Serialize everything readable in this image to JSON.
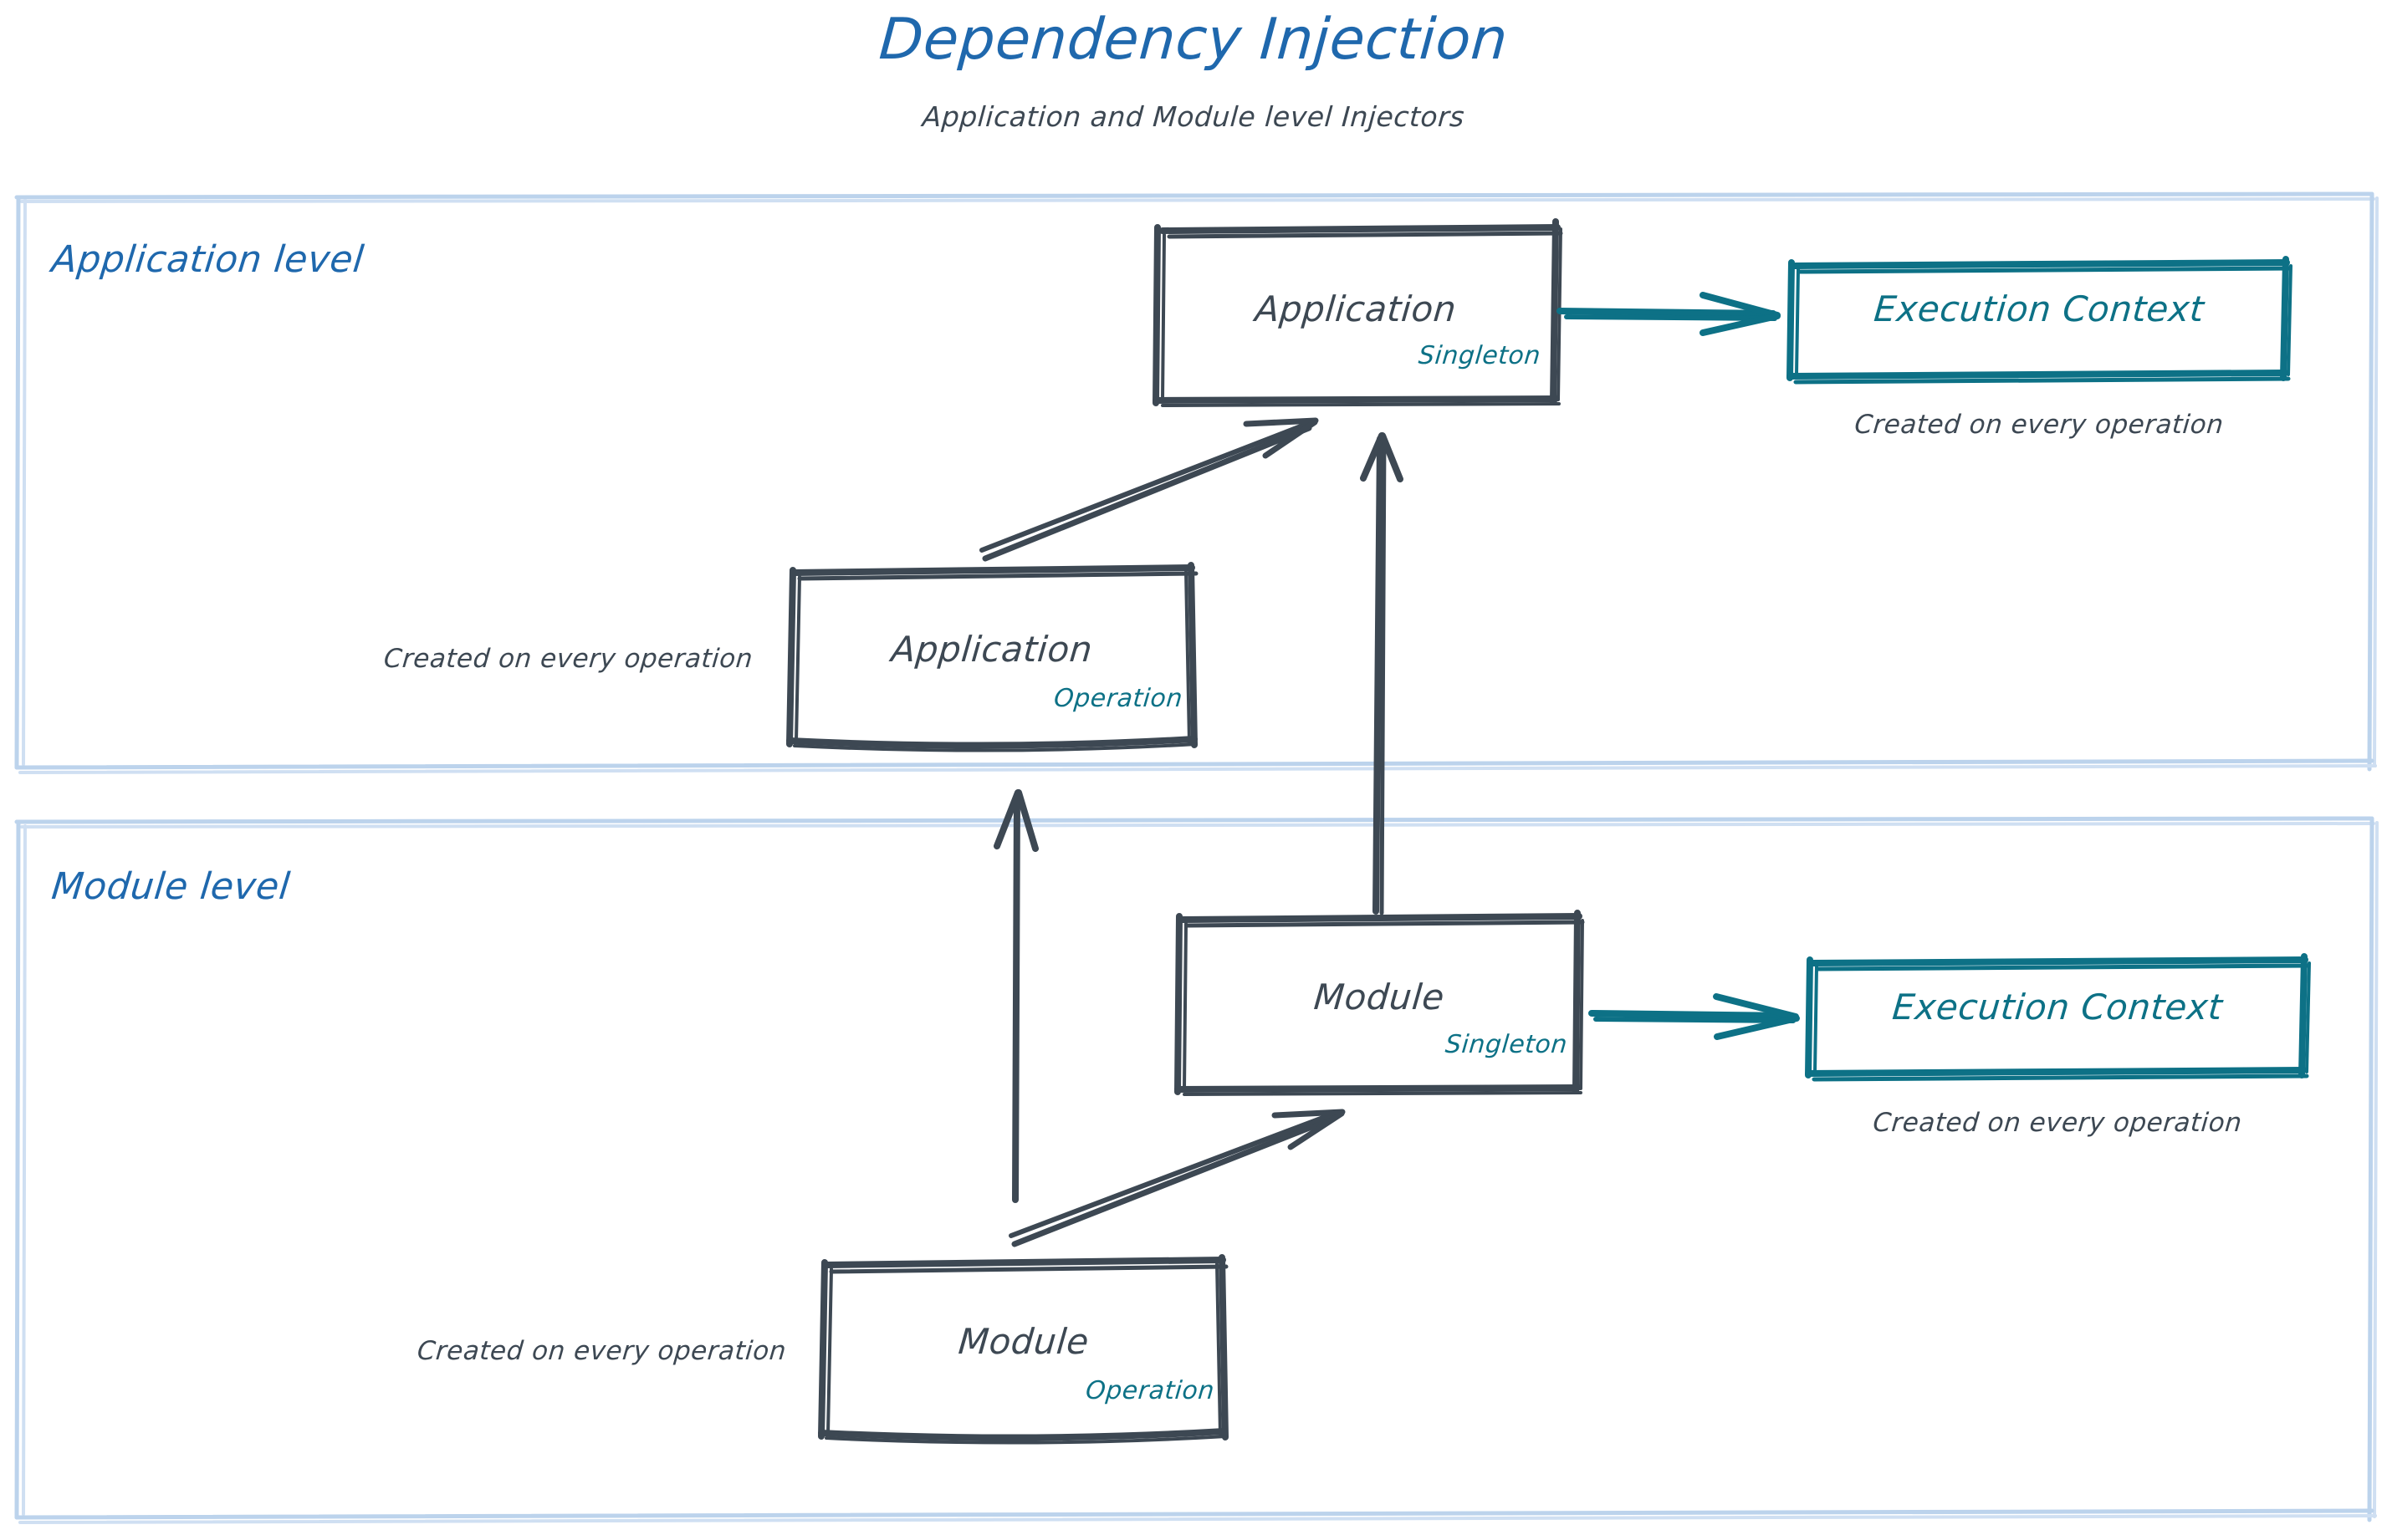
{
  "header": {
    "title": "Dependency Injection",
    "subtitle": "Application and Module level Injectors"
  },
  "colors": {
    "title_blue": "#1f68ad",
    "section_blue": "#1f68ad",
    "panel_border": "#bcd3ec",
    "ink_dark": "#3d4853",
    "teal": "#0d7186"
  },
  "sections": [
    {
      "id": "application-level",
      "label": "Application level",
      "nodes": [
        {
          "id": "application-singleton",
          "title": "Application",
          "scope": "Singleton",
          "style": "dark-sketch-box"
        },
        {
          "id": "application-operation",
          "title": "Application",
          "scope": "Operation",
          "style": "dark-sketch-box",
          "note_left": "Created on every operation"
        },
        {
          "id": "application-execution-context",
          "title": "Execution Context",
          "style": "teal-sketch-box",
          "note_below": "Created on every operation"
        }
      ],
      "edges": [
        {
          "id": "app-operation-to-app-singleton",
          "from": "application-operation",
          "to": "application-singleton",
          "style": "dark-double-diagonal"
        },
        {
          "id": "app-singleton-to-execution-context",
          "from": "application-singleton",
          "to": "application-execution-context",
          "style": "teal-arrow"
        }
      ]
    },
    {
      "id": "module-level",
      "label": "Module level",
      "nodes": [
        {
          "id": "module-singleton",
          "title": "Module",
          "scope": "Singleton",
          "style": "dark-sketch-box"
        },
        {
          "id": "module-operation",
          "title": "Module",
          "scope": "Operation",
          "style": "dark-sketch-box",
          "note_left": "Created on every operation"
        },
        {
          "id": "module-execution-context",
          "title": "Execution Context",
          "style": "teal-sketch-box",
          "note_below": "Created on every operation"
        }
      ],
      "edges": [
        {
          "id": "module-operation-to-module-singleton",
          "from": "module-operation",
          "to": "module-singleton",
          "style": "dark-double-diagonal"
        },
        {
          "id": "module-singleton-to-execution-context",
          "from": "module-singleton",
          "to": "module-execution-context",
          "style": "teal-arrow"
        },
        {
          "id": "module-singleton-to-application-singleton",
          "from": "module-singleton",
          "to": "application-singleton",
          "style": "dark-vertical-arrow"
        },
        {
          "id": "module-operation-to-application-operation",
          "from": "module-operation",
          "to": "application-operation",
          "style": "dark-vertical-arrow"
        }
      ]
    }
  ]
}
